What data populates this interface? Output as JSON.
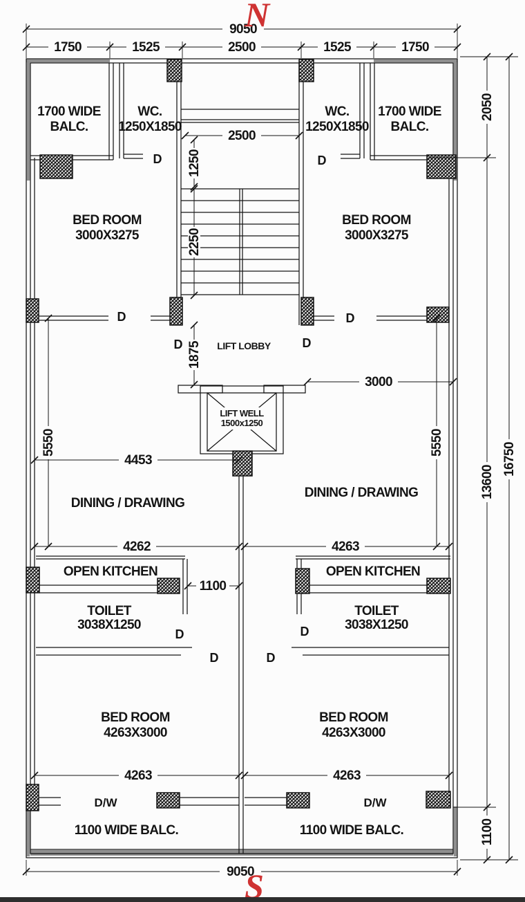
{
  "compass": {
    "north": "N",
    "south": "S"
  },
  "dims": {
    "total_width": "9050",
    "seg_1750": "1750",
    "seg_1525": "1525",
    "seg_2500": "2500",
    "right_2050": "2050",
    "right_13600": "13600",
    "right_16750": "16750",
    "right_1100": "1100",
    "landing_2500": "2500",
    "landing_1250": "1250",
    "stair_2250": "2250",
    "lobby_1875": "1875",
    "lift_3000": "3000",
    "dining_4453": "4453",
    "dining_5550": "5550",
    "kitchen_4262": "4262",
    "kitchen_4263": "4263",
    "kitchen_1100": "1100",
    "bedroom_4263": "4263"
  },
  "rooms": {
    "balcony_top_line1": "1700 WIDE",
    "balcony_top_line2": "BALC.",
    "wc_line1": "WC.",
    "wc_line2": "1250X1850",
    "bedroom_top_line1": "BED ROOM",
    "bedroom_top_line2": "3000X3275",
    "lift_lobby": "LIFT LOBBY",
    "lift_well_line1": "LIFT WELL",
    "lift_well_line2": "1500x1250",
    "dining": "DINING / DRAWING",
    "kitchen": "OPEN KITCHEN",
    "toilet_line1": "TOILET",
    "toilet_line2": "3038X1250",
    "bedroom_bottom_line1": "BED ROOM",
    "bedroom_bottom_line2": "4263X3000",
    "dw": "D/W",
    "balcony_bottom": "1100 WIDE BALC.",
    "door": "D"
  },
  "colors": {
    "line": "#141414",
    "compass": "#cf3333",
    "wall_gray": "#8f8f8f"
  }
}
